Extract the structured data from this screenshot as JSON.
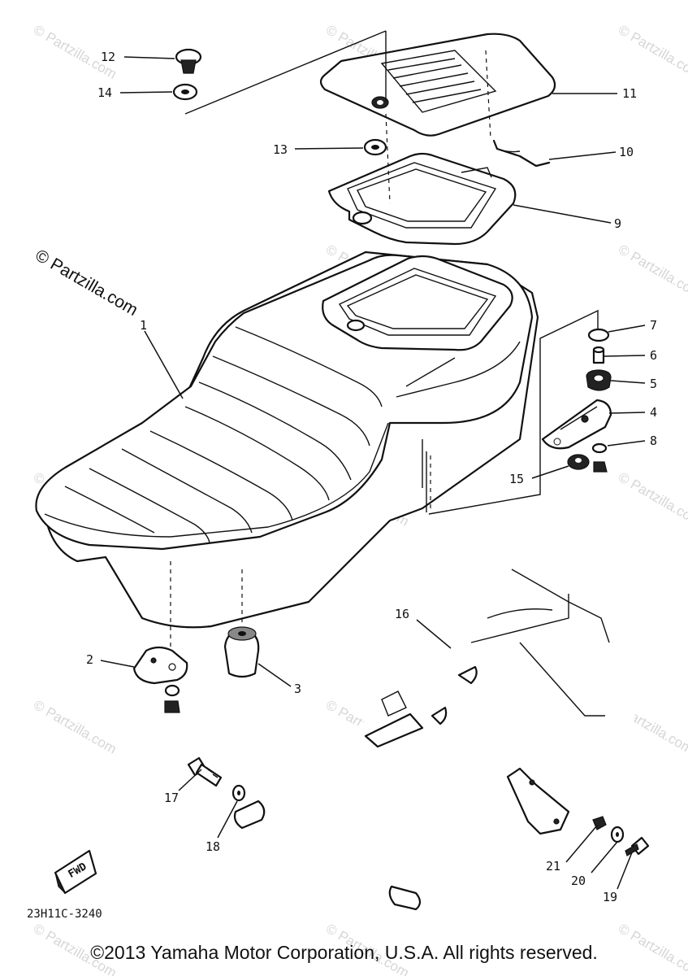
{
  "watermark": {
    "main": "© Partzilla.com",
    "tile": "© Partzilla.com"
  },
  "diagram": {
    "code": "23H11C-3240",
    "fwd_label": "FWD",
    "callouts": {
      "c1": "1",
      "c2": "2",
      "c3": "3",
      "c4": "4",
      "c5": "5",
      "c6": "6",
      "c7": "7",
      "c8": "8",
      "c9": "9",
      "c10": "10",
      "c11": "11",
      "c12": "12",
      "c13": "13",
      "c14": "14",
      "c15": "15",
      "c16": "16",
      "c17": "17",
      "c18": "18",
      "c19": "19",
      "c20": "20",
      "c21": "21"
    }
  },
  "footer": {
    "copyright": "©2013  Yamaha Motor Corporation, U.S.A. All rights reserved."
  }
}
